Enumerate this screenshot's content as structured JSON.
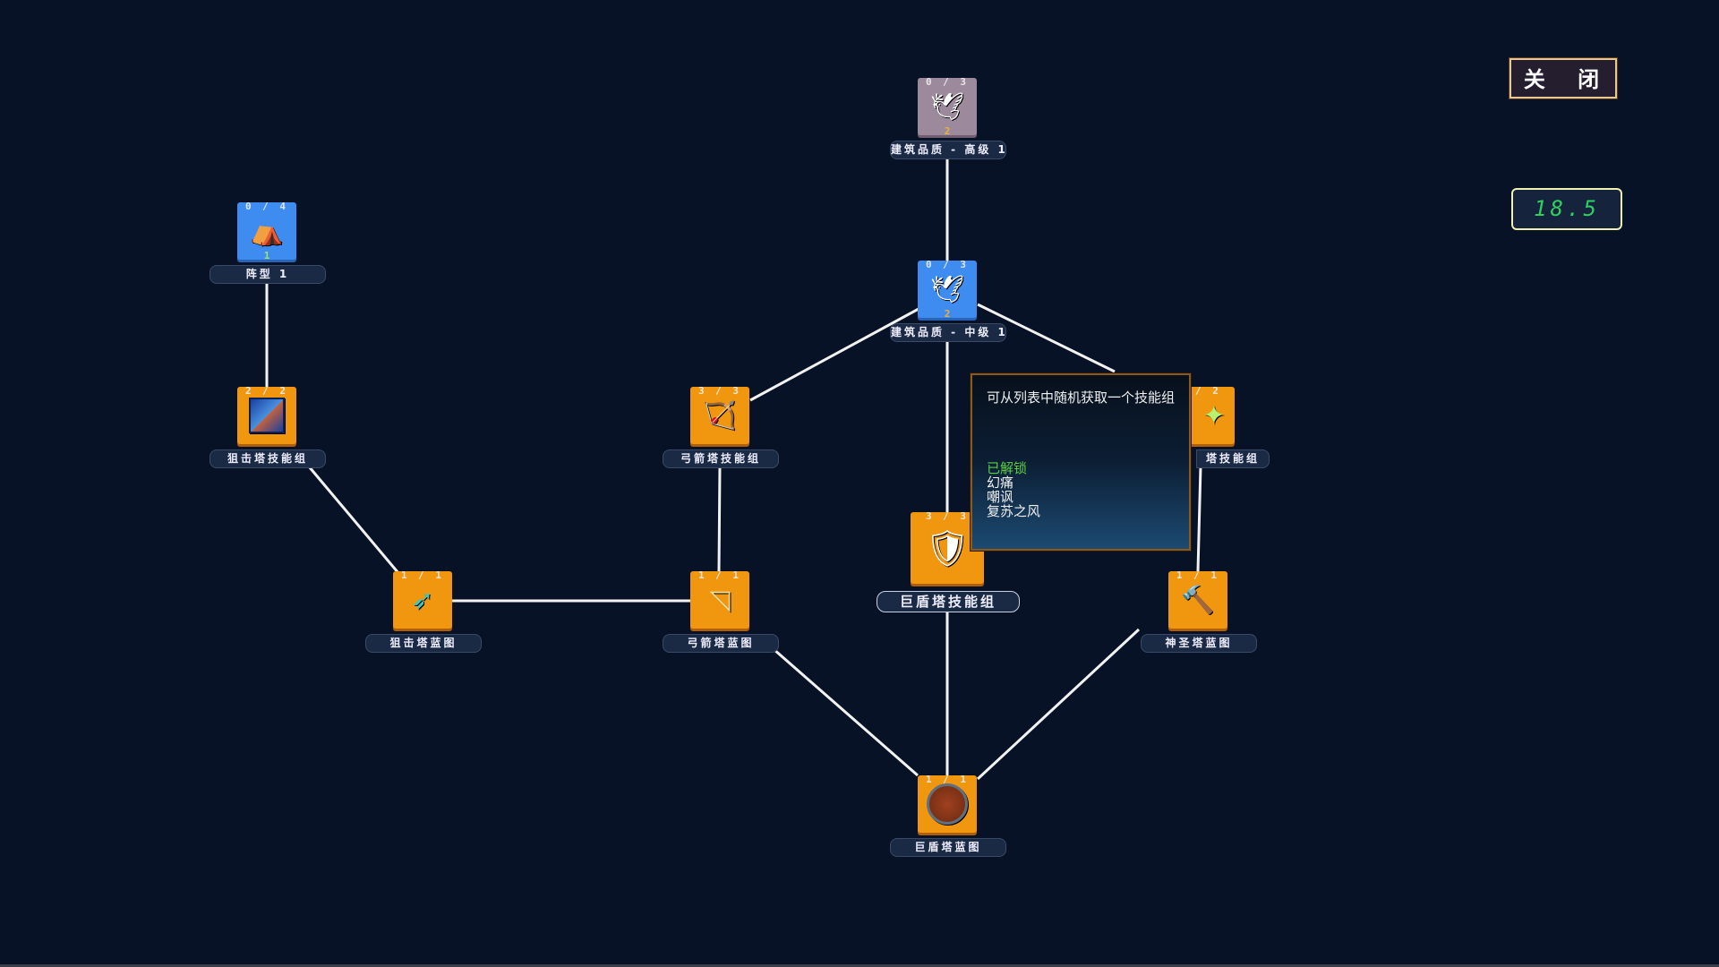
{
  "close_button": {
    "label": "关 闭"
  },
  "value_display": {
    "value": "18.5"
  },
  "colors": {
    "background": "#081226",
    "unlocked_node": "#f0960f",
    "available_node": "#3f8cf0",
    "locked_node": "#9c8a9c",
    "value_text": "#30d060",
    "unlocked_text": "#58d040"
  },
  "nodes": {
    "quality_high": {
      "label": "建筑品质 - 高级 1",
      "count": "0 / 3",
      "level": "2",
      "icon": "eagle-icon",
      "state": "locked"
    },
    "quality_mid": {
      "label": "建筑品质 - 中级 1",
      "count": "0 / 3",
      "level": "2",
      "icon": "eagle-icon",
      "state": "available"
    },
    "formation": {
      "label": "阵型 1",
      "count": "0 / 4",
      "level": "1",
      "icon": "formation-icon",
      "state": "available"
    },
    "sniper_skills": {
      "label": "狙击塔技能组",
      "count": "2 / 2",
      "icon": "sniper-skill-icon",
      "state": "unlocked"
    },
    "archer_skills": {
      "label": "弓箭塔技能组",
      "count": "3 / 3",
      "icon": "crossed-bow-icon",
      "state": "unlocked"
    },
    "holy_skills": {
      "label": "塔技能组",
      "count": "/ 2",
      "icon": "sparkle-icon",
      "state": "unlocked"
    },
    "shield_skills": {
      "label": "巨盾塔技能组",
      "count": "3 / 3",
      "icon": "shield-armor-icon",
      "state": "unlocked"
    },
    "sniper_blueprint": {
      "label": "狙击塔蓝图",
      "count": "1 / 1",
      "icon": "crossbow-icon",
      "state": "unlocked"
    },
    "archer_blueprint": {
      "label": "弓箭塔蓝图",
      "count": "1 / 1",
      "icon": "bow-icon",
      "state": "unlocked"
    },
    "holy_blueprint": {
      "label": "神圣塔蓝图",
      "count": "1 / 1",
      "icon": "hammer-icon",
      "state": "unlocked"
    },
    "shield_blueprint": {
      "label": "巨盾塔蓝图",
      "count": "1 / 1",
      "icon": "round-shield-icon",
      "state": "unlocked"
    }
  },
  "tooltip": {
    "description": "可从列表中随机获取一个技能组",
    "status": "已解锁",
    "items": [
      "幻痛",
      "嘲讽",
      "复苏之风"
    ]
  }
}
